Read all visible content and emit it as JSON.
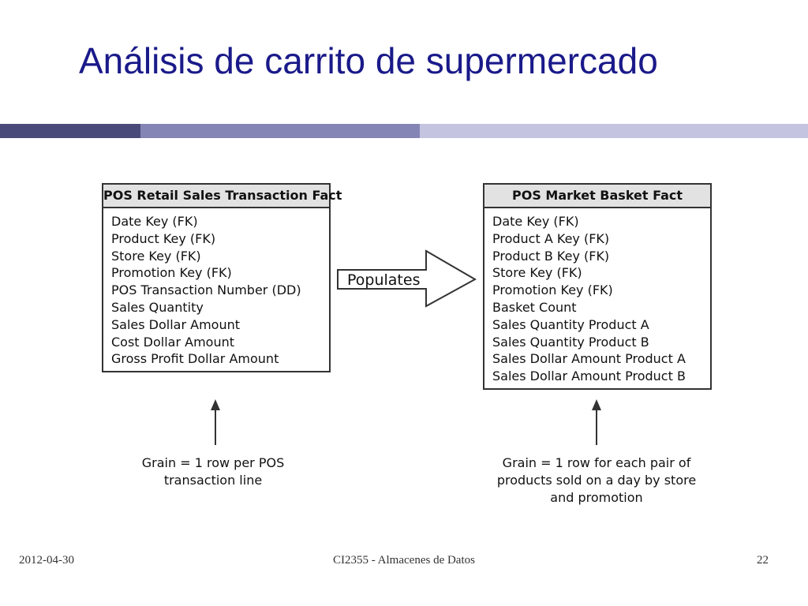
{
  "slide": {
    "title": "Análisis de carrito de supermercado",
    "footer": {
      "date": "2012-04-30",
      "course": "CI2355 - Almacenes de Datos",
      "page_number": "22"
    }
  },
  "diagram": {
    "left_table": {
      "title": "POS Retail Sales Transaction Fact",
      "fields": [
        "Date Key (FK)",
        "Product Key (FK)",
        "Store Key (FK)",
        "Promotion Key (FK)",
        "POS Transaction Number (DD)",
        "Sales Quantity",
        "Sales Dollar Amount",
        "Cost Dollar Amount",
        "Gross Profit Dollar Amount"
      ],
      "grain_note": "Grain = 1 row per POS\ntransaction line"
    },
    "connector_label": "Populates",
    "right_table": {
      "title": "POS Market Basket Fact",
      "fields": [
        "Date Key (FK)",
        "Product A Key (FK)",
        "Product B Key (FK)",
        "Store Key (FK)",
        "Promotion Key (FK)",
        "Basket Count",
        "Sales Quantity Product A",
        "Sales Quantity Product B",
        "Sales Dollar Amount Product A",
        "Sales Dollar Amount Product B"
      ],
      "grain_note": "Grain = 1 row for each pair of\nproducts sold on a day by store\nand promotion"
    }
  }
}
